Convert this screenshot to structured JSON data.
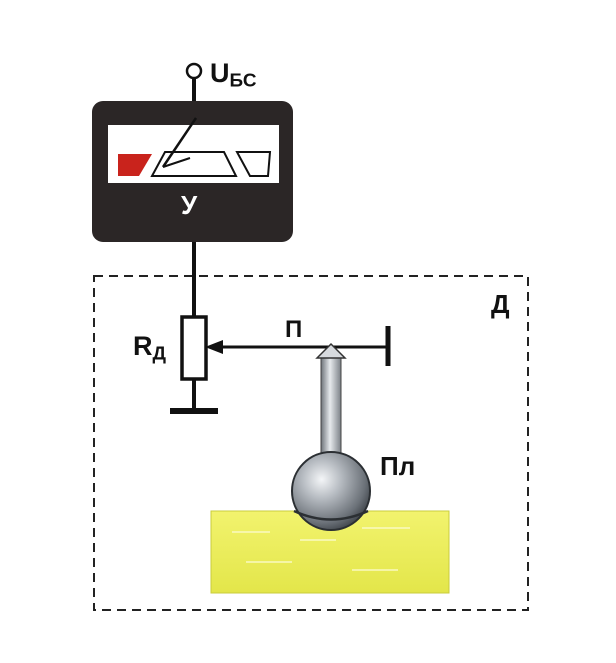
{
  "labels": {
    "supply_main": "U",
    "supply_sub": "БС",
    "meter": "У",
    "sensor_box": "Д",
    "resistor_main": "R",
    "resistor_sub": "Д",
    "lever": "П",
    "float": "Пл"
  },
  "colors": {
    "meter_body": "#2b2626",
    "meter_red_zone": "#c9231c",
    "liquid": "#ecef5a",
    "float": "#8f959c"
  }
}
